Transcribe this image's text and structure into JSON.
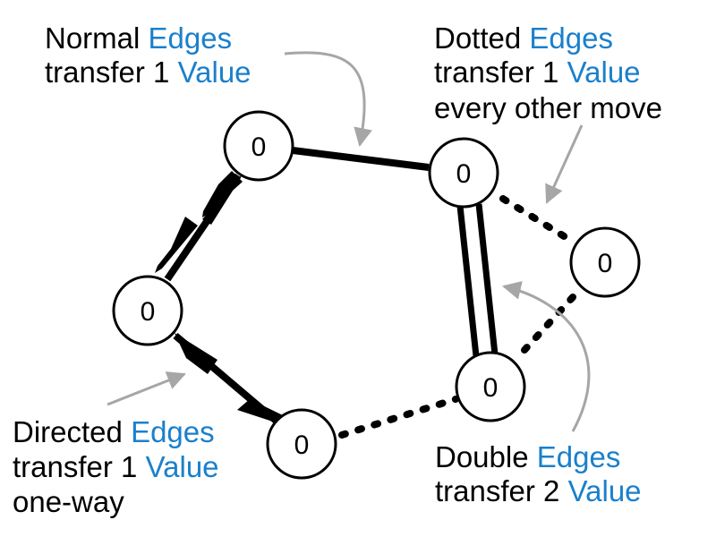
{
  "colors": {
    "text": "#000000",
    "highlight": "#1a80cc",
    "pointer": "#a6a6a6",
    "edge": "#000000"
  },
  "nodes": [
    {
      "id": "top",
      "value": "0"
    },
    {
      "id": "right-top",
      "value": "0"
    },
    {
      "id": "far-right",
      "value": "0"
    },
    {
      "id": "left",
      "value": "0"
    },
    {
      "id": "right-bottom",
      "value": "0"
    },
    {
      "id": "bottom",
      "value": "0"
    }
  ],
  "edges": [
    {
      "from": "top",
      "to": "right-top",
      "kind": "normal"
    },
    {
      "from": "left",
      "to": "top",
      "kind": "directed"
    },
    {
      "from": "bottom",
      "to": "left",
      "kind": "directed"
    },
    {
      "from": "right-top",
      "to": "right-bottom",
      "kind": "double"
    },
    {
      "from": "right-top",
      "to": "far-right",
      "kind": "dotted"
    },
    {
      "from": "far-right",
      "to": "right-bottom",
      "kind": "dotted"
    },
    {
      "from": "bottom",
      "to": "right-bottom",
      "kind": "dotted"
    }
  ],
  "annotations": {
    "normal": {
      "line1": {
        "a": "Normal ",
        "b": "Edges"
      },
      "line2": {
        "a": "transfer 1 ",
        "b": "Value"
      }
    },
    "dotted": {
      "line1": {
        "a": "Dotted ",
        "b": "Edges"
      },
      "line2": {
        "a": "transfer 1 ",
        "b": "Value"
      },
      "line3": "every other move"
    },
    "directed": {
      "line1": {
        "a": "Directed ",
        "b": "Edges"
      },
      "line2": {
        "a": "transfer 1 ",
        "b": "Value"
      },
      "line3": "one-way"
    },
    "double": {
      "line1": {
        "a": "Double ",
        "b": "Edges"
      },
      "line2": {
        "a": "transfer 2 ",
        "b": "Value"
      }
    }
  }
}
